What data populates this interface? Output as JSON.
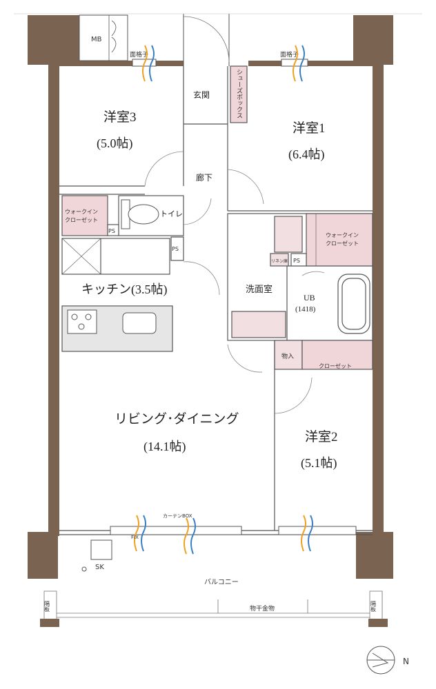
{
  "colors": {
    "wall": "#7a6350",
    "storage": "#f0d5d9",
    "fixture": "#f2dfe2",
    "kitchen_counter": "#e6e6e6",
    "line": "#555555",
    "arrow_orange": "#f0a020",
    "arrow_blue": "#3a7fc4"
  },
  "rooms": {
    "room3": {
      "name": "洋室3",
      "size": "(5.0帖)"
    },
    "room1": {
      "name": "洋室1",
      "size": "(6.4帖)"
    },
    "room2": {
      "name": "洋室2",
      "size": "(5.1帖)"
    },
    "kitchen": {
      "name": "キッチン(3.5帖)"
    },
    "living": {
      "name": "リビング･ダイニング",
      "size": "(14.1帖)"
    },
    "genkan": "玄関",
    "rouka": "廊下",
    "toilet": "トイレ",
    "senmen": "洗面室",
    "ub": "UB",
    "ub_size": "(1418)"
  },
  "labels": {
    "mb": "MB",
    "menkoushi_left": "面格子",
    "menkoushi_right": "面格子",
    "shoes_box": "シューズボックス",
    "wic_left_1": "ウォークイン",
    "wic_left_2": "クローゼット",
    "wic_right_1": "ウォークイン",
    "wic_right_2": "クローゼット",
    "ps_1": "PS",
    "ps_2": "PS",
    "ps_3": "PS",
    "linen": "リネン庫",
    "monoire": "物入",
    "closet": "クローゼット",
    "curtain_box": "カーテンBOX",
    "fix": "FIX",
    "sk": "SK",
    "balcony": "バルコニー",
    "monohoshi": "物干金物",
    "kakuita_left": "隔板",
    "kakuita_right": "隔板",
    "north": "N"
  },
  "icons": [
    "ventilation-arrow-icon",
    "door-swing-icon",
    "north-compass-icon",
    "stove-icon",
    "sink-icon",
    "toilet-icon",
    "bathtub-icon"
  ]
}
